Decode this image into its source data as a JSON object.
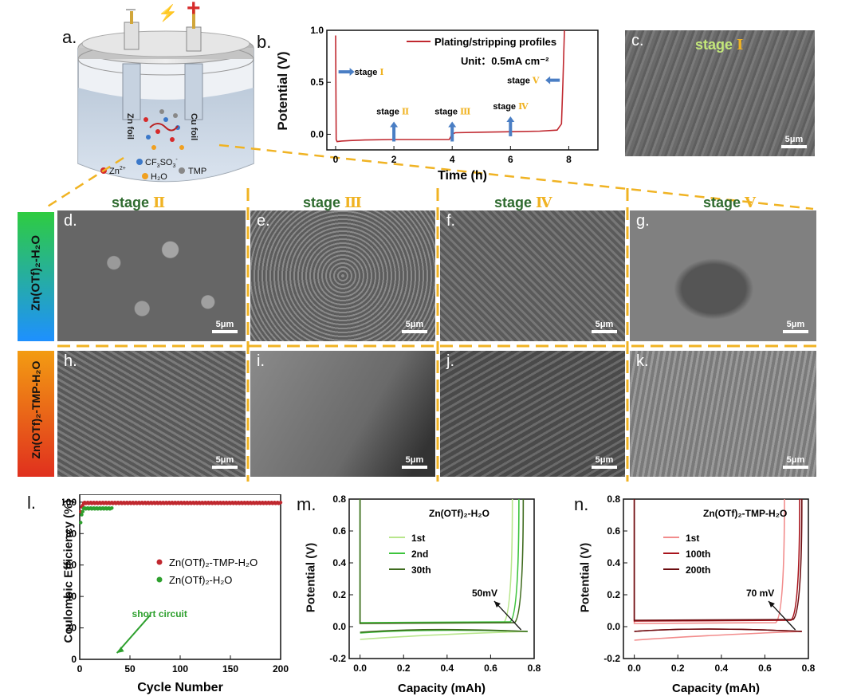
{
  "panel_labels": {
    "a": "a.",
    "b": "b.",
    "c": "c.",
    "d": "d.",
    "e": "e.",
    "f": "f.",
    "g": "g.",
    "h": "h.",
    "i": "i.",
    "j": "j.",
    "k": "k.",
    "l": "l.",
    "m": "m.",
    "n": "n."
  },
  "schematic": {
    "minus": "—",
    "plus": "+",
    "zn_foil": "Zn foil",
    "cu_foil": "Cu foil",
    "legend_zn": "Zn",
    "legend_zn_sup": "2+",
    "legend_cf": "CF",
    "legend_cf_sub": "3",
    "legend_cf_rest": "SO",
    "legend_cf_sub2": "3",
    "legend_cf_sup": "-",
    "legend_h2o": "H₂O",
    "legend_tmp": "TMP"
  },
  "stages": {
    "word": "stage",
    "c": "Ⅰ",
    "d": "Ⅱ",
    "e": "Ⅲ",
    "f": "Ⅳ",
    "g": "Ⅴ"
  },
  "scale_bar": "5μm",
  "row_labels": {
    "top": "Zn(OTf)₂-H₂O",
    "bottom": "Zn(OTf)₂-TMP-H₂O"
  },
  "panel_b": {
    "ylabel": "Potential (V)",
    "xlabel": "Time (h)",
    "legend": "Plating/stripping profiles",
    "unit": "Unit：0.5mA cm⁻²",
    "stage_word": "stage",
    "stage_numerals": [
      "Ⅰ",
      "Ⅱ",
      "Ⅲ",
      "Ⅳ",
      "Ⅴ"
    ],
    "colors": {
      "line": "#c0282f",
      "arrow": "#4a7ec4",
      "numeral": "#f0b323"
    }
  },
  "panel_m": {
    "title": "Zn(OTf)₂-H₂O",
    "annotation": "50mV",
    "ylabel": "Potential (V)",
    "xlabel": "Capacity (mAh)"
  },
  "panel_n": {
    "title": "Zn(OTf)₂-TMP-H₂O",
    "annotation": "70 mV",
    "ylabel": "Potential (V)",
    "xlabel": "Capacity (mAh)"
  },
  "panel_l": {
    "ylabel": "Coulombic Efficiency (%)",
    "xlabel": "Cycle Number",
    "annotation": "short circuit",
    "legend": [
      "Zn(OTf)₂-TMP-H₂O",
      "Zn(OTf)₂-H₂O"
    ]
  },
  "chart_data": [
    {
      "type": "line",
      "panel": "b",
      "series": [
        {
          "name": "Plating/stripping profiles",
          "color": "#c0282f",
          "x": [
            0,
            0.02,
            0.05,
            0.2,
            0.5,
            1,
            2,
            3,
            3.9,
            4.0,
            4.1,
            5,
            6,
            7,
            7.6,
            7.75,
            7.8,
            7.85
          ],
          "y": [
            0.95,
            -0.05,
            -0.07,
            -0.065,
            -0.06,
            -0.055,
            -0.05,
            -0.05,
            -0.05,
            0.0,
            0.015,
            0.02,
            0.025,
            0.03,
            0.04,
            0.1,
            0.5,
            1.0
          ]
        }
      ],
      "xlim": [
        -0.3,
        9
      ],
      "ylim": [
        -0.15,
        1.0
      ],
      "xticks": [
        0,
        2,
        4,
        6,
        8
      ],
      "yticks": [
        0.0,
        0.5,
        1.0
      ],
      "annotations": [
        {
          "text": "stage Ⅰ",
          "x": 0.1,
          "y": 0.6
        },
        {
          "text": "stage Ⅱ",
          "x": 2,
          "y": 0.13
        },
        {
          "text": "stage Ⅲ",
          "x": 4,
          "y": 0.13
        },
        {
          "text": "stage Ⅳ",
          "x": 6,
          "y": 0.18
        },
        {
          "text": "stage Ⅴ",
          "x": 7.8,
          "y": 0.52
        }
      ]
    },
    {
      "type": "scatter",
      "panel": "l",
      "series": [
        {
          "name": "Zn(OTf)₂-TMP-H₂O",
          "color": "#c0282f",
          "x_start": 1,
          "x_end": 200,
          "y_plateau": 99.5,
          "y_initial": [
            94,
            97,
            98
          ]
        },
        {
          "name": "Zn(OTf)₂-H₂O",
          "color": "#2ea02e",
          "x_start": 1,
          "x_end": 32,
          "y_plateau": 96,
          "y_initial": [
            87,
            92,
            94
          ]
        }
      ],
      "xlim": [
        0,
        200
      ],
      "ylim": [
        0,
        105
      ],
      "xticks": [
        0,
        50,
        100,
        150,
        200
      ],
      "yticks": [
        0,
        20,
        40,
        60,
        80,
        100
      ]
    },
    {
      "type": "line",
      "panel": "m",
      "series": [
        {
          "name": "1st",
          "color": "#b8e68c",
          "strip": 0.02,
          "plate": -0.08,
          "end": 0.7
        },
        {
          "name": "2nd",
          "color": "#3cc43c",
          "strip": 0.025,
          "plate": -0.04,
          "end": 0.73
        },
        {
          "name": "30th",
          "color": "#3f6b1e",
          "strip": 0.02,
          "plate": -0.035,
          "end": 0.75
        }
      ],
      "xlim": [
        -0.05,
        0.8
      ],
      "ylim": [
        -0.2,
        0.8
      ],
      "xticks": [
        0.0,
        0.2,
        0.4,
        0.6,
        0.8
      ],
      "yticks": [
        -0.2,
        0.0,
        0.2,
        0.4,
        0.6,
        0.8
      ]
    },
    {
      "type": "line",
      "panel": "n",
      "series": [
        {
          "name": "1st",
          "color": "#f28c8c",
          "strip": 0.02,
          "plate": -0.085,
          "end": 0.69
        },
        {
          "name": "100th",
          "color": "#a8141c",
          "strip": 0.035,
          "plate": -0.03,
          "end": 0.76
        },
        {
          "name": "200th",
          "color": "#6b0c10",
          "strip": 0.04,
          "plate": -0.03,
          "end": 0.77
        }
      ],
      "xlim": [
        -0.05,
        0.8
      ],
      "ylim": [
        -0.2,
        0.8
      ],
      "xticks": [
        0.0,
        0.2,
        0.4,
        0.6,
        0.8
      ],
      "yticks": [
        -0.2,
        0.0,
        0.2,
        0.4,
        0.6,
        0.8
      ]
    }
  ]
}
